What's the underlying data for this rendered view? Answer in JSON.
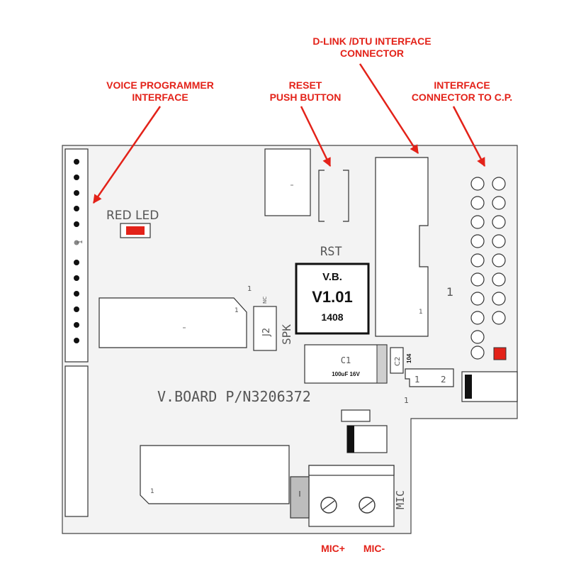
{
  "callouts": {
    "voice_line1": "VOICE PROGRAMMER",
    "voice_line2": "INTERFACE",
    "reset_line1": "RESET",
    "reset_line2": "PUSH BUTTON",
    "dlink_line1": "D-LINK /DTU INTERFACE",
    "dlink_line2": "CONNECTOR",
    "cp_line1": "INTERFACE",
    "cp_line2": "CONNECTOR TO C.P.",
    "mic_plus": "MIC+",
    "mic_minus": "MIC-"
  },
  "board": {
    "red_led": "RED LED",
    "rst": "RST",
    "chip_line1": "V.B.",
    "chip_line2": "V1.01",
    "chip_line3": "1408",
    "pin_one": "1",
    "connector_pin_one": "1",
    "j2": "J2",
    "spk": "SPK",
    "nc": "NC",
    "c1": "C1",
    "c1_value": "100uF 16V",
    "c2": "C2",
    "c2_value": "104",
    "jumper_1": "1",
    "jumper_2": "2",
    "part_number": "V.BOARD P/N3206372",
    "mic": "MIC",
    "left_pin_label": "1"
  },
  "colors": {
    "callout_red": "#e32219",
    "led_red": "#e32219",
    "outline": "#333333"
  }
}
